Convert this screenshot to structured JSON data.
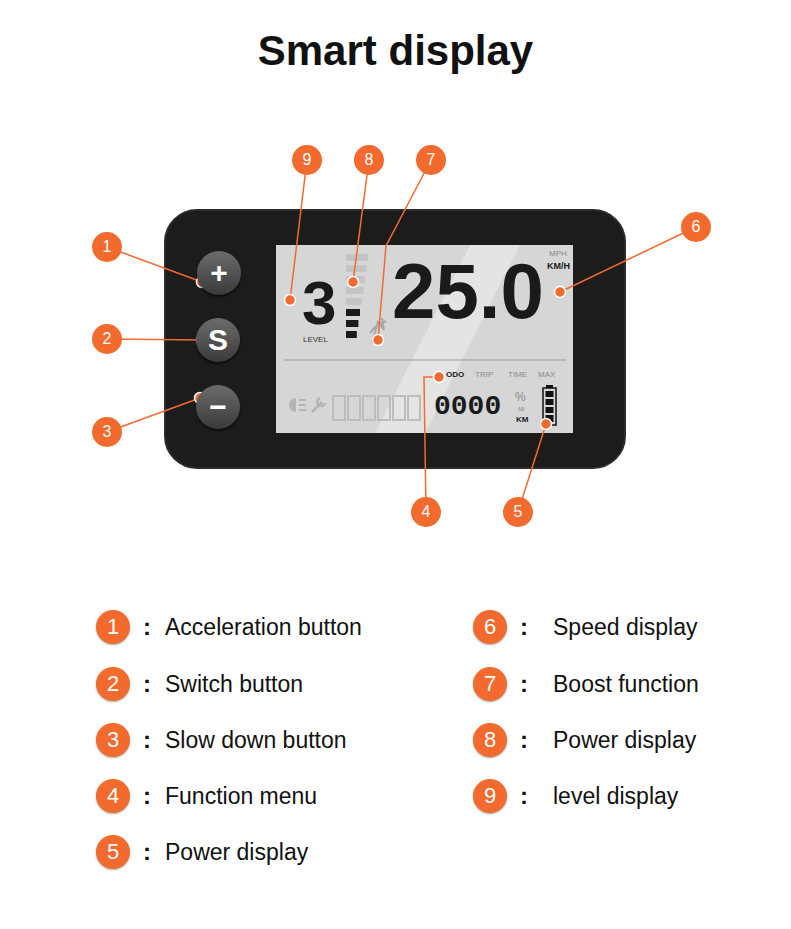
{
  "diagram": {
    "title": "Smart display",
    "nodes": [
      {
        "text": [
          "9"
        ]
      },
      {
        "text": [
          "8"
        ]
      },
      {
        "text": [
          "7"
        ]
      },
      {
        "text": [
          "6"
        ]
      },
      {
        "text": [
          "1"
        ]
      },
      {
        "text": [
          "2"
        ]
      },
      {
        "text": [
          "3"
        ]
      },
      {
        "text": [
          "+"
        ]
      },
      {
        "text": [
          "S"
        ]
      },
      {
        "text": [
          "−"
        ]
      },
      {
        "text": [
          "4"
        ]
      },
      {
        "text": [
          "5"
        ]
      },
      {
        "text": [
          "1"
        ]
      },
      {
        "text": [
          "6"
        ]
      },
      {
        "text": [
          "2"
        ]
      },
      {
        "text": [
          "7"
        ]
      },
      {
        "text": [
          "3"
        ]
      },
      {
        "text": [
          "8"
        ]
      },
      {
        "text": [
          "4"
        ]
      },
      {
        "text": [
          "9"
        ]
      },
      {
        "text": [
          "5"
        ]
      }
    ],
    "labels": [
      "3",
      "LEVEL",
      "25.0",
      "MPH",
      "KM/H",
      "ODO",
      "TRIP",
      "TIME",
      "MAX",
      "0000",
      "%",
      "MI",
      "KM",
      ":",
      "Acceleration button",
      ":",
      "Speed display",
      ":",
      "Switch button",
      ":",
      "Boost function",
      ":",
      "Slow down button",
      ":",
      "Power display",
      ":",
      "Function menu",
      ":",
      "level display",
      ":",
      "Power display"
    ]
  }
}
